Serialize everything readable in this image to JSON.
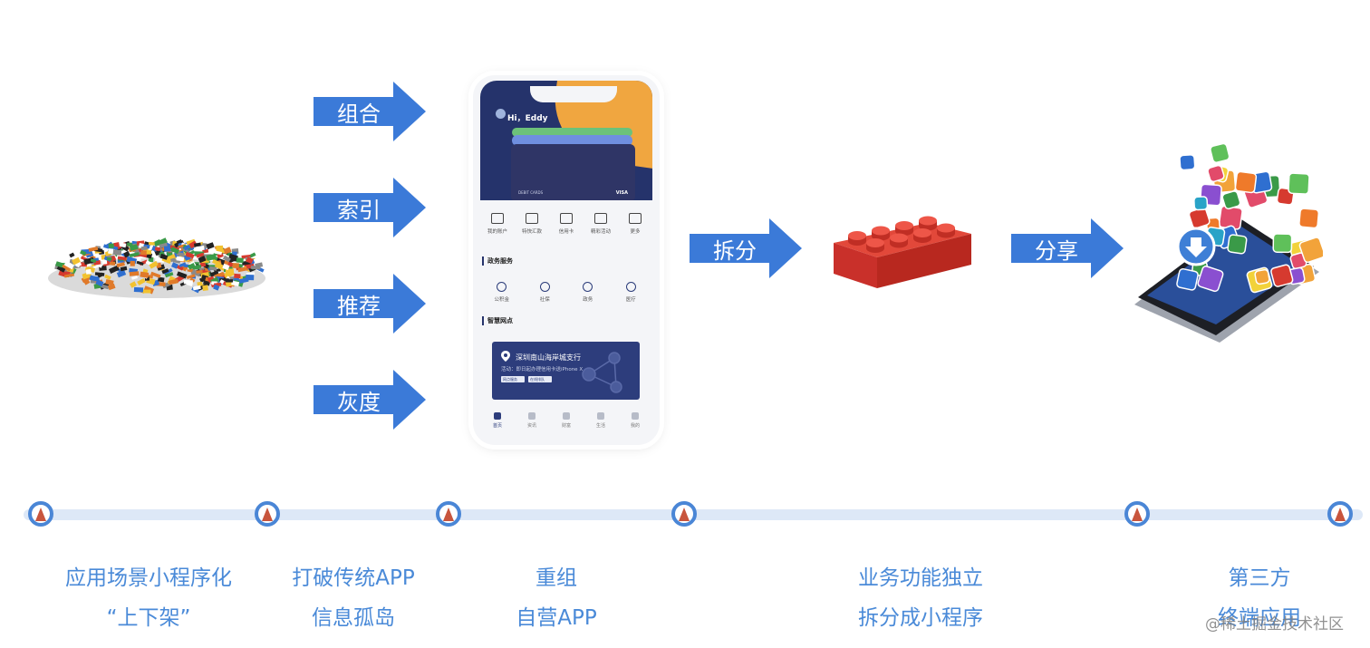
{
  "left_arrows": [
    "组合",
    "索引",
    "推荐",
    "灰度"
  ],
  "split_arrow": "拆分",
  "share_arrow": "分享",
  "phone": {
    "greeting": "Hi，Eddy",
    "card_text": "DEBIT CARDS",
    "card_brand": "VISA",
    "quick_icons": [
      "我的账户",
      "特快汇款",
      "信用卡",
      "精彩活动",
      "更多"
    ],
    "section_gov": "政务服务",
    "gov_icons": [
      "公积金",
      "社保",
      "政务",
      "医疗"
    ],
    "section_smart": "智慧网点",
    "banner_title": "深圳南山海岸城支行",
    "banner_sub": "活动：即日起办理信用卡送iPhone X",
    "banner_btn1": "网点服务",
    "banner_btn2": "在线排队",
    "tabs": [
      "首页",
      "资讯",
      "财富",
      "生活",
      "我的"
    ]
  },
  "timeline": [
    {
      "line1": "应用场景小程序化",
      "line2": "“上下架”"
    },
    {
      "line1": "打破传统APP",
      "line2": "信息孤岛"
    },
    {
      "line1": "重组",
      "line2": "自营APP"
    },
    {
      "line1": "业务功能独立",
      "line2": "拆分成小程序"
    },
    {
      "line1": "第三方",
      "line2": "终端应用"
    }
  ],
  "watermark": "@稀土掘金技术社区",
  "colors": {
    "arrow": "#3b7ad8",
    "timeline": "#dde8f7",
    "marker": "#4a86d6",
    "marker_fill": "#c8553d",
    "label": "#4a8ad8"
  }
}
